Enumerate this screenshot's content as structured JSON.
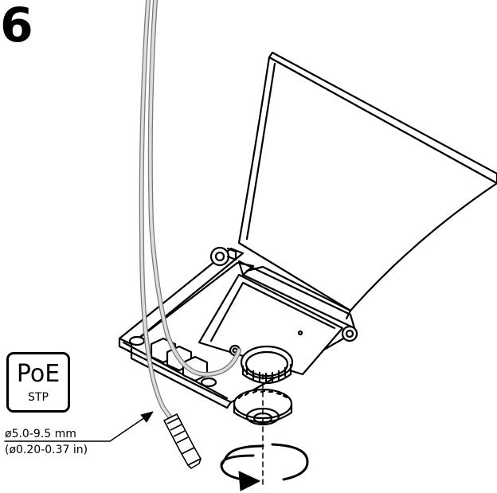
{
  "step": {
    "number": "6"
  },
  "badge": {
    "title": "PoE",
    "subtitle": "STP"
  },
  "cable_diameter": {
    "mm": "ø5.0-9.5 mm",
    "in": "(ø0.20-0.37 in)"
  },
  "colors": {
    "line": "#000000",
    "cable": "#bbbbbb",
    "background": "#ffffff"
  },
  "icons": [
    "rotation-arrow-icon",
    "network-plug-icon",
    "leader-arrow-icon"
  ]
}
